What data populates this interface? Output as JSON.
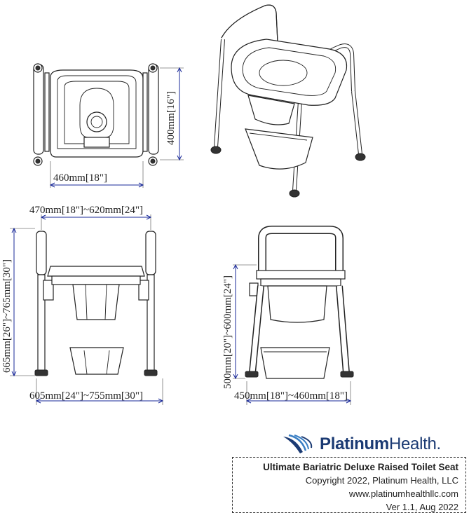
{
  "dimensions": {
    "top_height": "400mm[16\"]",
    "top_width": "460mm[18\"]",
    "front_top_width": "470mm[18\"]~620mm[24\"]",
    "front_height": "665mm[26\"]~765mm[30\"]",
    "front_bottom_width": "605mm[24\"]~755mm[30\"]",
    "side_height": "500mm[20\"]~600mm[24\"]",
    "side_bottom_width": "450mm[18\"]~460mm[18\"]"
  },
  "logo": {
    "brand_bold": "Platinum",
    "brand_regular": "Health",
    "trademark": ".",
    "color": "#1b3a73",
    "accent": "#3a7fc4"
  },
  "info": {
    "title": "Ultimate Bariatric Deluxe Raised Toilet Seat",
    "copyright": "Copyright 2022, Platinum Health, LLC",
    "website": "www.platinumhealthllc.com",
    "version": "Ver 1.1, Aug 2022"
  },
  "colors": {
    "dimension_line": "#1a2a9a",
    "drawing": "#222222"
  }
}
